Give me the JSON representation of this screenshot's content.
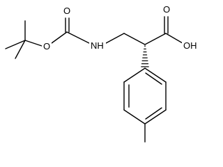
{
  "structure": {
    "atom_labels": {
      "ester_oxygen": "O",
      "carbamate_carbonyl_oxygen": "O",
      "amine": "NH",
      "acid_carbonyl_oxygen": "O",
      "hydroxyl": "OH"
    },
    "stereo_bond": "hashed-wedge"
  }
}
